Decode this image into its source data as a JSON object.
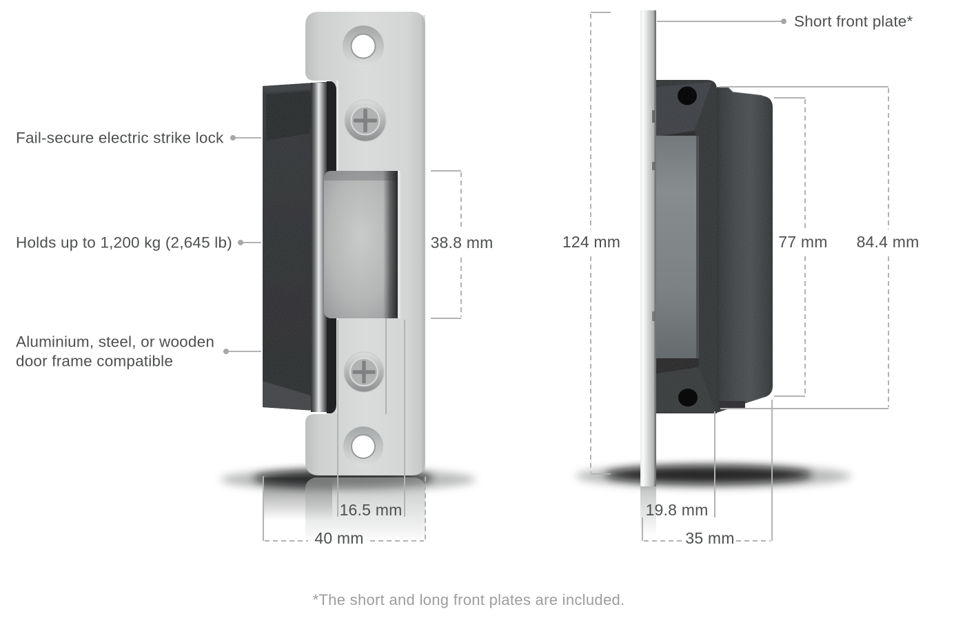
{
  "diagram": {
    "title_context": "Electric strike lock dimension diagram",
    "footnote": "*The short and long front plates are included.",
    "colors": {
      "background": "#ffffff",
      "label_text": "#4d4f50",
      "footnote_text": "#9b9d9e",
      "leader_line": "#b1b2b2",
      "plate_metal": "#d6d7d7",
      "housing_dark": "#242628"
    },
    "front_view": {
      "name": "front view",
      "callouts": [
        {
          "text": "Fail-secure electric strike lock"
        },
        {
          "text": "Holds up to 1,200 kg (2,645 lb)"
        },
        {
          "line1": "Aluminium, steel, or wooden",
          "line2": "door frame compatible"
        }
      ],
      "dimensions": {
        "keeper_height": "38.8 mm",
        "keeper_width": "16.5 mm",
        "total_width": "40 mm"
      }
    },
    "side_view": {
      "name": "side view",
      "callouts": [
        {
          "text": "Short front plate*"
        }
      ],
      "dimensions": {
        "plate_height": "124 mm",
        "body_height": "77 mm",
        "total_height": "84.4 mm",
        "keeper_depth": "19.8 mm",
        "total_depth": "35 mm"
      }
    }
  }
}
